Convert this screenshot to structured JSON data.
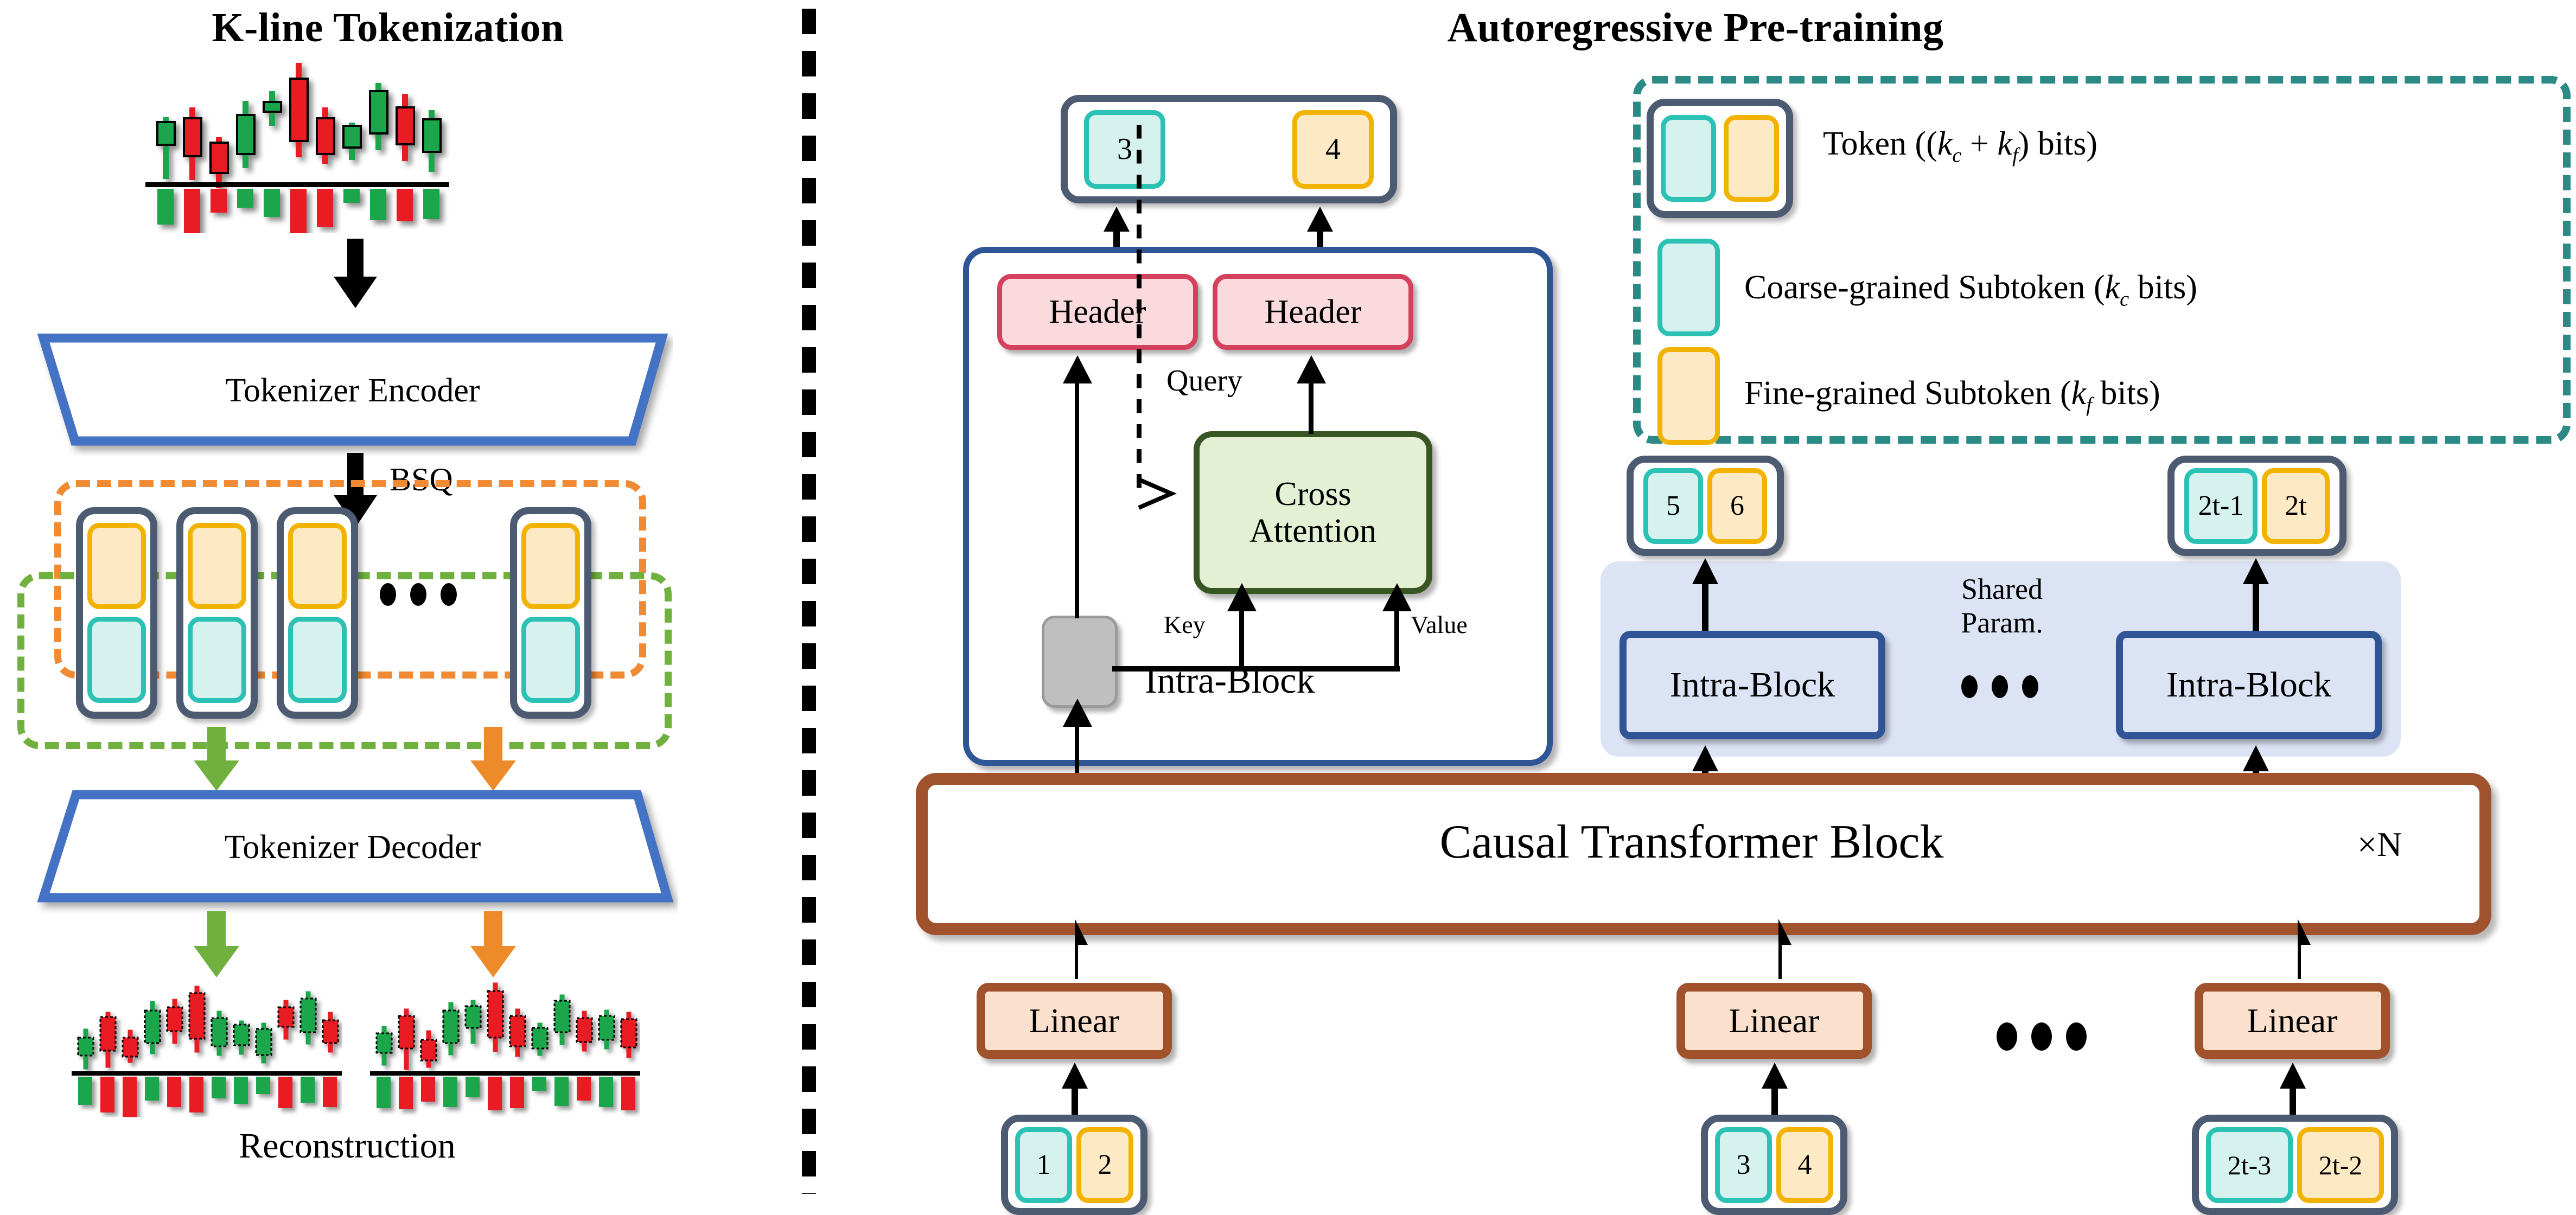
{
  "titles": {
    "left": "K-line Tokenization",
    "right": "Autoregressive Pre-training"
  },
  "left_panel": {
    "encoder_label": "Tokenizer Encoder",
    "decoder_label": "Tokenizer Decoder",
    "bsq_label": "BSQ",
    "reconstruction_label": "Reconstruction",
    "token_sequence_dots": "•••",
    "token_count_visible": 4,
    "colors": {
      "trapezoid_border": "#4472c4",
      "coarse_border": "#2cc1b5",
      "coarse_fill": "#d5f2ee",
      "fine_border": "#f2b300",
      "fine_fill": "#fdeac4",
      "token_border": "#4d5b72",
      "orange_dash": "#f08a33",
      "green_dash": "#6fb03f",
      "candle_up": "#1aa64b",
      "candle_down": "#e81d23"
    }
  },
  "legend": {
    "border_color": "#2b8a85",
    "items": [
      {
        "swatch": "token",
        "text": "Token ((kc + kf) bits)",
        "math_prefix": "Token ((",
        "k1": "k",
        "k1sub": "c",
        "plus": " + ",
        "k2": "k",
        "k2sub": "f",
        "suffix": ") bits)"
      },
      {
        "swatch": "coarse",
        "text": "Coarse-grained Subtoken (kc bits)",
        "math_prefix": "Coarse-grained Subtoken (",
        "k1": "k",
        "k1sub": "c",
        "suffix": " bits)"
      },
      {
        "swatch": "fine",
        "text": "Fine-grained Subtoken (kf bits)",
        "math_prefix": "Fine-grained Subtoken (",
        "k1": "k",
        "k1sub": "f",
        "suffix": " bits)"
      }
    ]
  },
  "right_panel": {
    "output_token": {
      "coarse": "3",
      "fine": "4"
    },
    "intra_block_detail": {
      "title": "Intra-Block",
      "header_left": "Header",
      "header_right": "Header",
      "cross_attention": "Cross Attention",
      "cross_attention_line1": "Cross",
      "cross_attention_line2": "Attention",
      "query_label": "Query",
      "key_label": "Key",
      "value_label": "Value",
      "border_color": "#2f5597",
      "header_fill": "#fadadd",
      "header_border": "#d4415c",
      "attention_fill": "#e3f0d4",
      "attention_border": "#375623",
      "state_fill": "#bfbfbf",
      "state_border": "#7f7f7f"
    },
    "shared_group": {
      "label_line1": "Shared",
      "label_line2": "Param.",
      "dots": "•••",
      "band_fill": "#dce3f5",
      "blocks": [
        {
          "name": "Intra-Block",
          "output": {
            "coarse": "5",
            "fine": "6"
          }
        },
        {
          "name": "Intra-Block",
          "output": {
            "coarse": "2t-1",
            "fine": "2t"
          }
        }
      ]
    },
    "causal_block": {
      "label": "Causal Transformer Block",
      "repeat": "×N",
      "border_color": "#a0522d"
    },
    "linear_label": "Linear",
    "linear_fill": "#fbe0cd",
    "linear_border": "#a0522d",
    "input_tokens": [
      {
        "coarse": "1",
        "fine": "2"
      },
      {
        "coarse": "3",
        "fine": "4"
      },
      {
        "coarse": "2t-3",
        "fine": "2t-2"
      }
    ],
    "input_dots": "•••"
  }
}
